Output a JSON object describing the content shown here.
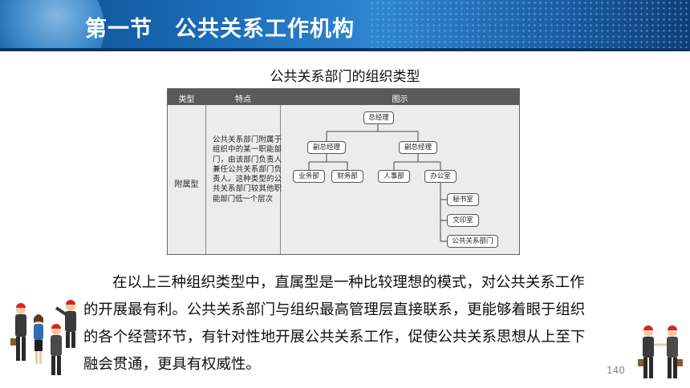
{
  "header": {
    "title": "第一节　公共关系工作机构"
  },
  "figure": {
    "caption": "公共关系部门的组织类型",
    "table": {
      "headers": [
        "类型",
        "特点",
        "图示"
      ],
      "row": {
        "type": "附属型",
        "feature": "公共关系部门附属于组织中的某一职能部门，由该部门负责人兼任公共关系部门负责人。这种类型的公共关系部门较其他职能部门低一个层次"
      }
    },
    "diagram": {
      "root": "总经理",
      "vp_left": "副总经理",
      "vp_right": "副总经理",
      "dept_sales": "业务部",
      "dept_finance": "财务部",
      "dept_hr": "人事部",
      "dept_office": "办公室",
      "sub_secretary": "秘书室",
      "sub_print": "文印室",
      "sub_pr": "公共关系部门"
    }
  },
  "body": {
    "paragraph": "在以上三种组织类型中，直属型是一种比较理想的模式，对公共关系工作的开展最有利。公共关系部门与组织最高管理层直接联系，更能够着眼于组织的各个经营环节，有针对性地开展公共关系工作，促使公共关系思想从上至下融会贯通，更具有权威性。"
  },
  "page_number": "140",
  "colors": {
    "banner": "#1a6bb8",
    "table_header": "#5a5a5a",
    "helmet": "#d9261c"
  }
}
